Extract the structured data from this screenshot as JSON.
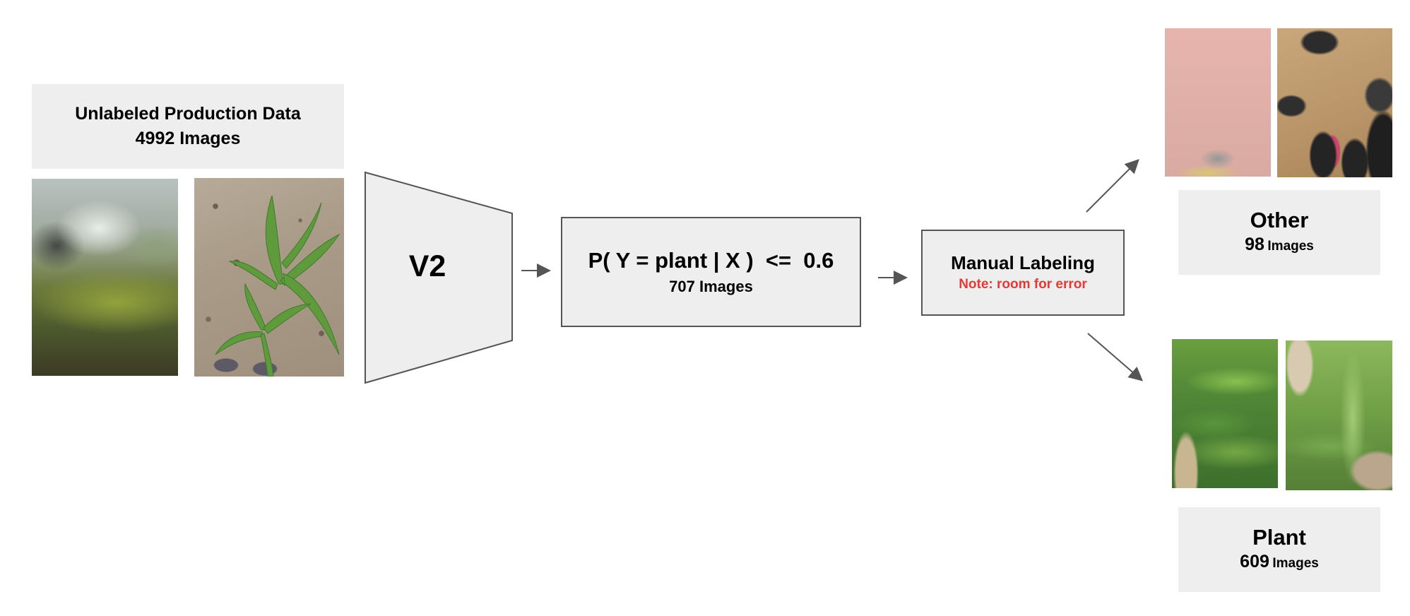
{
  "source": {
    "title": "Unlabeled Production Data",
    "count": "4992 Images"
  },
  "model": {
    "label": "V2"
  },
  "filter": {
    "formula": "P( Y = plant | X )  <=  0.6",
    "count": "707 Images"
  },
  "manual": {
    "title": "Manual Labeling",
    "note": "Note: room for error"
  },
  "outputs": {
    "other": {
      "title": "Other",
      "count": "98",
      "unit": "Images"
    },
    "plant": {
      "title": "Plant",
      "count": "609",
      "unit": "Images"
    }
  },
  "colors": {
    "box_fill": "#eeeeee",
    "border": "#555555",
    "note": "#e53935"
  }
}
